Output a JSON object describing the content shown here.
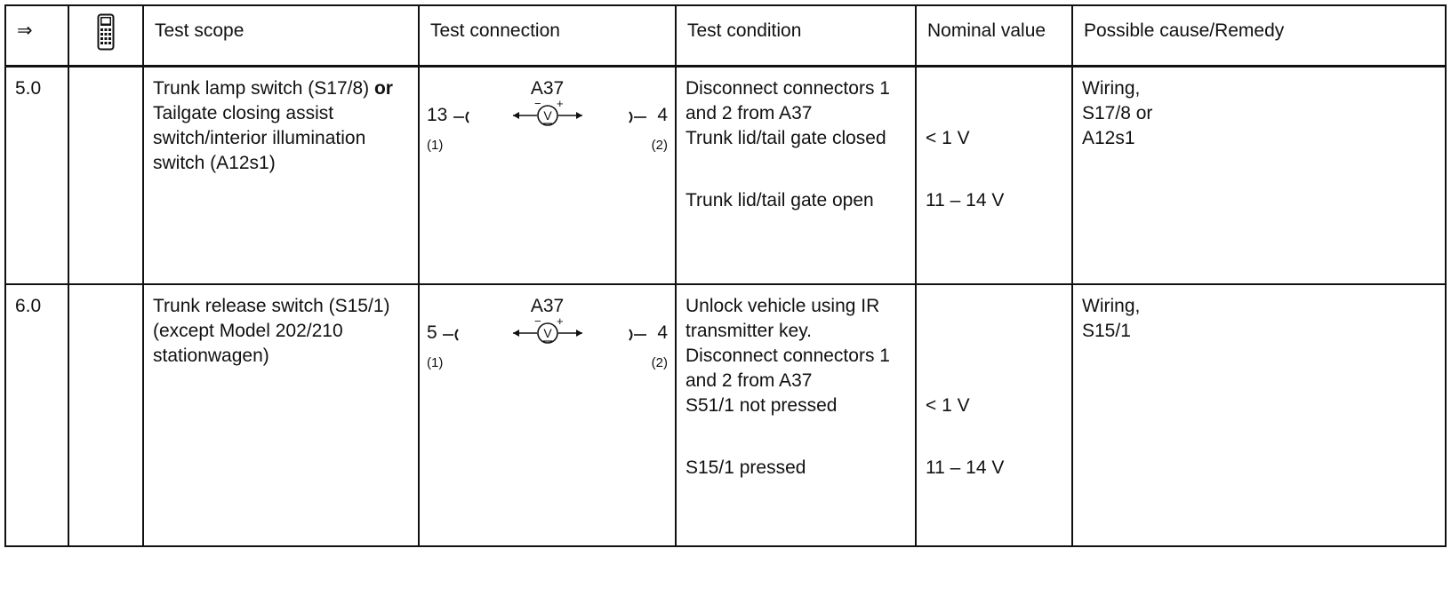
{
  "header": {
    "arrow": "⇒",
    "tester_icon": "handheld-tester-icon",
    "test_scope": "Test scope",
    "test_connection": "Test connection",
    "test_condition": "Test condition",
    "nominal_value": "Nominal value",
    "possible_cause": "Possible cause/Remedy"
  },
  "rows": [
    {
      "step": "5.0",
      "scope": {
        "line1_a": "Trunk lamp switch (S17/8) ",
        "line1_b": "or",
        "line2": "Tailgate closing assist",
        "line3": "switch/interior illumination",
        "line4": "switch (A12s1)"
      },
      "connection": {
        "module": "A37",
        "pin_left": "13",
        "pin_right": "4",
        "sub_left": "(1)",
        "sub_right": "(2)",
        "meter_symbol": "V",
        "minus": "−",
        "plus": "+"
      },
      "condition": [
        "Disconnect connectors 1",
        "and 2 from A37",
        "Trunk lid/tail gate closed",
        "Trunk lid/tail gate open"
      ],
      "nominal": [
        "< 1 V",
        "11 – 14 V"
      ],
      "cause": [
        "Wiring,",
        "S17/8 or",
        "A12s1"
      ]
    },
    {
      "step": "6.0",
      "scope": {
        "line1": "Trunk release switch (S15/1)",
        "line2": "(except Model 202/210",
        "line3": "stationwagen)"
      },
      "connection": {
        "module": "A37",
        "pin_left": "5",
        "pin_right": "4",
        "sub_left": "(1)",
        "sub_right": "(2)",
        "meter_symbol": "V",
        "minus": "−",
        "plus": "+"
      },
      "condition": [
        "Unlock vehicle using IR",
        "transmitter key.",
        "Disconnect connectors 1",
        "and 2 from A37",
        "S51/1 not pressed",
        "S15/1 pressed"
      ],
      "nominal": [
        "< 1 V",
        "11 – 14 V"
      ],
      "cause": [
        "Wiring,",
        "S15/1"
      ]
    }
  ]
}
